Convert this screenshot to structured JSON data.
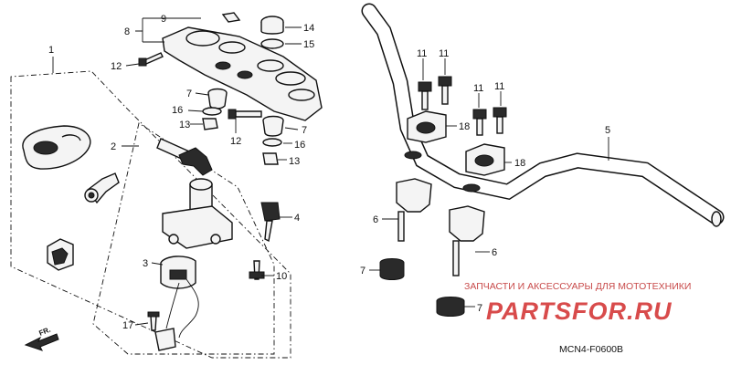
{
  "diagram": {
    "callouts": {
      "c1": "1",
      "c2": "2",
      "c3": "3",
      "c4": "4",
      "c5": "5",
      "c6a": "6",
      "c6b": "6",
      "c7a": "7",
      "c7b": "7",
      "c7c": "7",
      "c7d": "7",
      "c8": "8",
      "c9": "9",
      "c10": "10",
      "c11a": "11",
      "c11b": "11",
      "c11c": "11",
      "c11d": "11",
      "c12a": "12",
      "c12b": "12",
      "c13a": "13",
      "c13b": "13",
      "c14": "14",
      "c15": "15",
      "c16a": "16",
      "c16b": "16",
      "c17": "17",
      "c18a": "18",
      "c18b": "18"
    },
    "direction_label": "FR.",
    "diagram_code": "MCN4-F0600B"
  },
  "watermark": {
    "caption": "ЗАПЧАСТИ И АКСЕССУАРЫ ДЛЯ МОТОТЕХНИКИ",
    "logo": "PARTSFOR.RU",
    "accent_color": "#d84b4b"
  }
}
